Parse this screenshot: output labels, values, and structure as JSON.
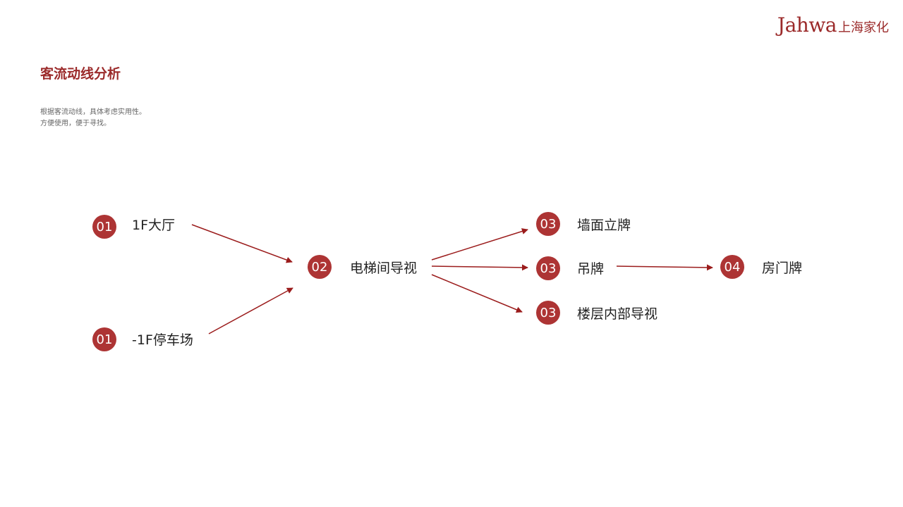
{
  "logo": {
    "latin": "Jahwa",
    "chinese": "上海家化"
  },
  "title": "客流动线分析",
  "description": [
    "根据客流动线，具体考虑实用性。",
    "方便使用，便于寻找。"
  ],
  "nodes": [
    {
      "id": "lobby",
      "badge": "01",
      "label": "1F大厅"
    },
    {
      "id": "parking",
      "badge": "01",
      "label": "-1F停车场"
    },
    {
      "id": "elevator",
      "badge": "02",
      "label": "电梯间导视"
    },
    {
      "id": "wall-sign",
      "badge": "03",
      "label": "墙面立牌"
    },
    {
      "id": "hanging-sign",
      "badge": "03",
      "label": "吊牌"
    },
    {
      "id": "floor-guide",
      "badge": "03",
      "label": "楼层内部导视"
    },
    {
      "id": "door-plate",
      "badge": "04",
      "label": "房门牌"
    }
  ],
  "edges": [
    {
      "from": "lobby",
      "to": "elevator"
    },
    {
      "from": "parking",
      "to": "elevator"
    },
    {
      "from": "elevator",
      "to": "wall-sign"
    },
    {
      "from": "elevator",
      "to": "hanging-sign"
    },
    {
      "from": "elevator",
      "to": "floor-guide"
    },
    {
      "from": "hanging-sign",
      "to": "door-plate"
    }
  ],
  "colors": {
    "accent": "#9b2a2a",
    "badge": "#ad3434",
    "arrow": "#9b1c1c"
  }
}
